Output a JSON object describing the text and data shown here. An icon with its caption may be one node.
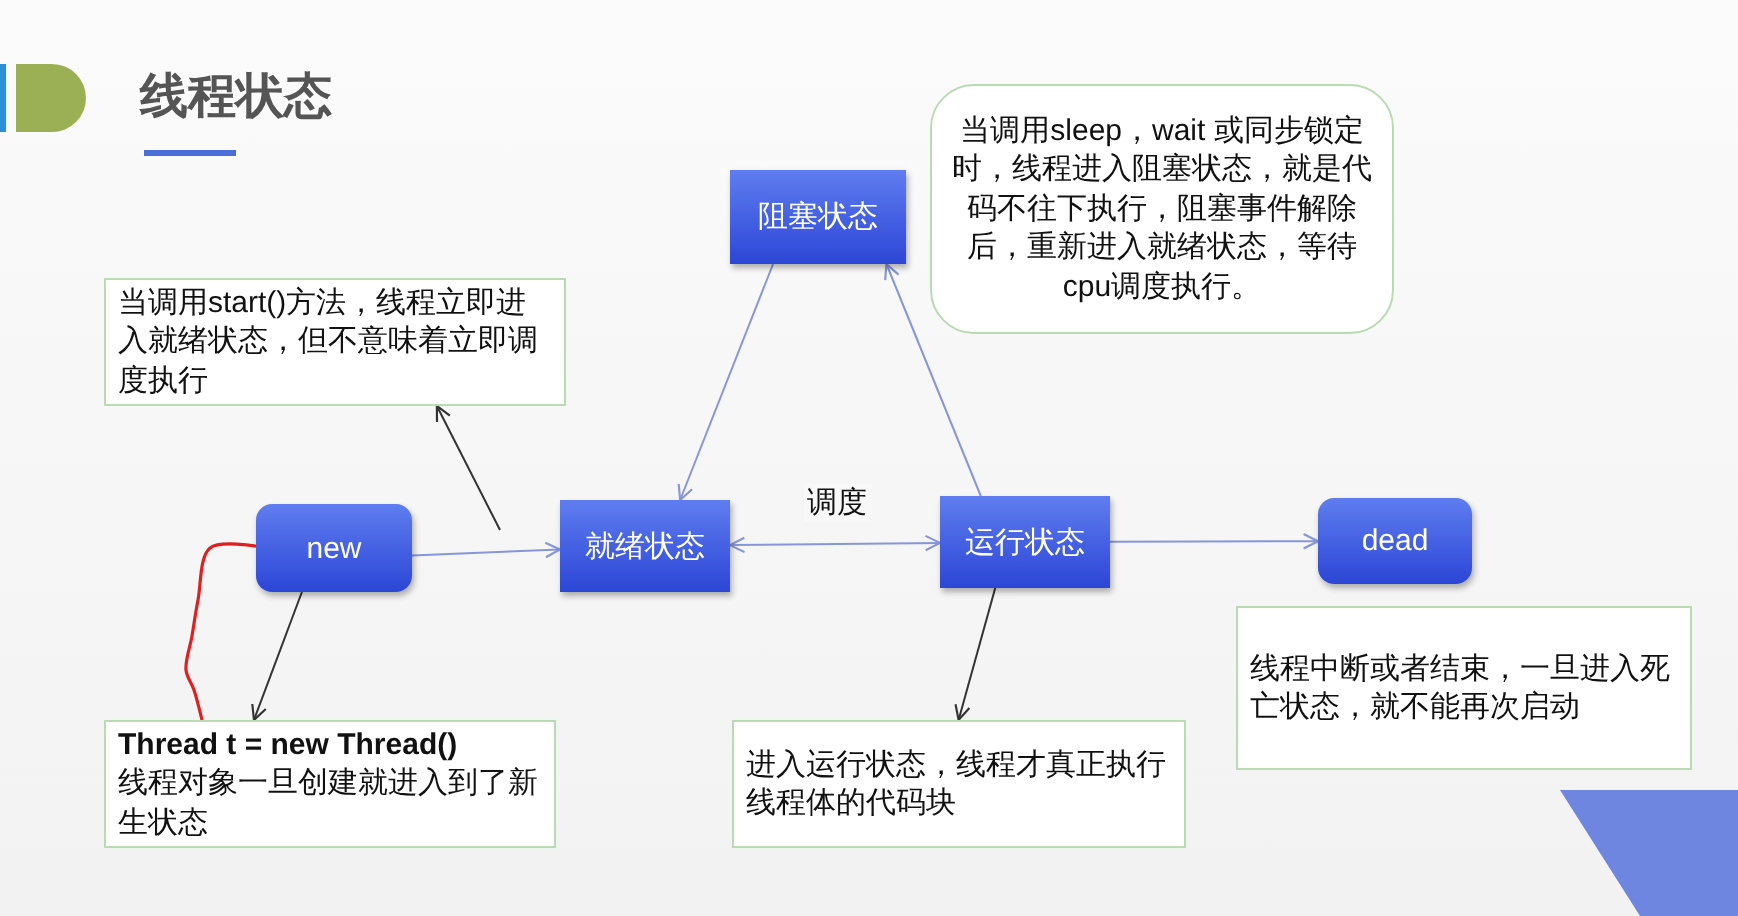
{
  "diagram": {
    "title": "线程状态",
    "nodes": [
      {
        "text": [
          "阻塞状态"
        ]
      },
      {
        "text": [
          "当调用start()方法，线程立即进入就绪状态，但不意味着立即调度执行"
        ]
      },
      {
        "text": [
          "new"
        ]
      },
      {
        "text": [
          "就绪状态"
        ]
      },
      {
        "text": [
          "运行状态"
        ]
      },
      {
        "text": [
          "dead"
        ]
      },
      {
        "text": [
          "当调用sleep，wait 或同步锁定时，线程进入阻塞状态，就是代码不往下执行，阻塞事件解除后，重新进入就绪状态，等待cpu调度执行。"
        ]
      },
      {
        "text": [
          "Thread t = new Thread()",
          "线程对象一旦创建就进入到了新生状态"
        ]
      },
      {
        "text": [
          "进入运行状态，线程才真正执行线程体的代码块"
        ]
      },
      {
        "text": [
          "线程中断或者结束，一旦进入死亡状态，就不能再次启动"
        ]
      }
    ],
    "edges": [
      {
        "from": 2,
        "to": 3,
        "arrow": "to"
      },
      {
        "from": 4,
        "to": 3,
        "arrow": "both",
        "label": "调度"
      },
      {
        "from": 0,
        "to": 3,
        "arrow": "to"
      },
      {
        "from": 4,
        "to": 0,
        "arrow": "to"
      },
      {
        "from": 4,
        "to": 5,
        "arrow": "to"
      },
      {
        "from": null,
        "to": 1,
        "arrow": "to",
        "color": "#333333"
      },
      {
        "from": 2,
        "to": 7,
        "arrow": "to",
        "color": "#333333"
      },
      {
        "from": 4,
        "to": 8,
        "arrow": "to",
        "color": "#333333"
      },
      {
        "from": 2,
        "to": 7,
        "arrow": "none",
        "color": "#e02020"
      }
    ]
  }
}
